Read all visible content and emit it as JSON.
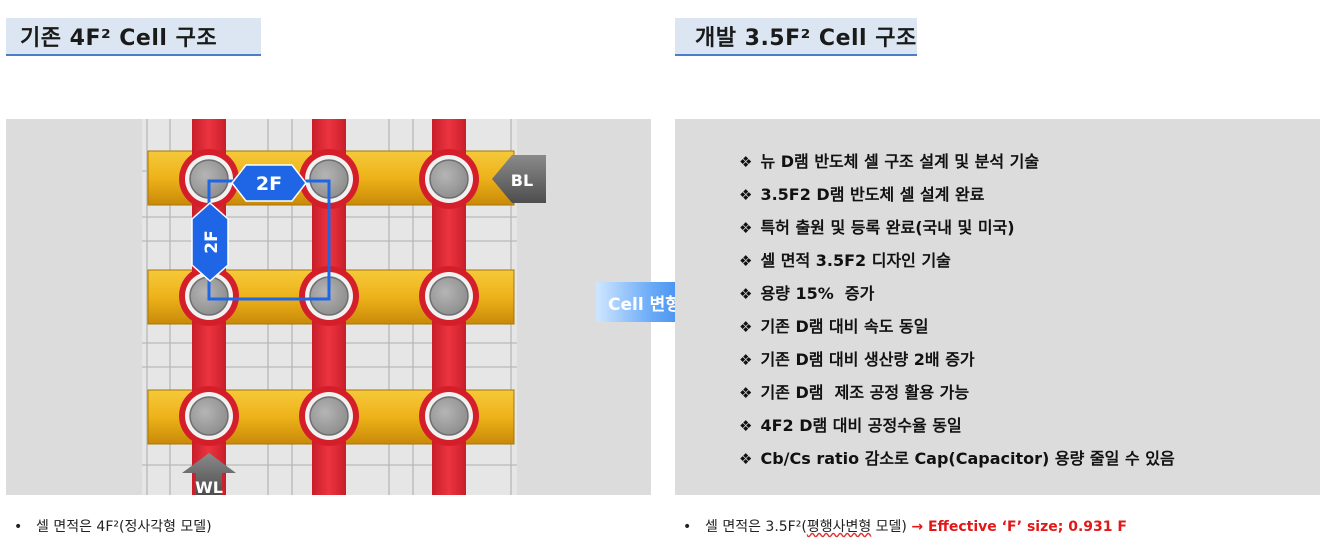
{
  "left": {
    "title": "기존 4F² Cell 구조",
    "labels": {
      "bl": "BL",
      "wl": "WL",
      "dim_horizontal": "2F",
      "dim_vertical": "2F"
    },
    "note_bullet": "•",
    "note": "셀 면적은 4F²(정사각형 모델)"
  },
  "right": {
    "title": "개발 3.5F² Cell 구조",
    "bullet_symbol": "❖",
    "features": [
      "뉴 D램 반도체 셀 구조 설계 및 분석 기술",
      "3.5F2 D램 반도체 셀 설계 완료",
      "특허 출원 및 등록 완료(국내 및 미국)",
      "셀 면적 3.5F2 디자인 기술",
      "용량 15%  증가",
      "기존 D램 대비 속도 동일",
      "기존 D램 대비 생산량 2배 증가",
      "기존 D램  제조 공정 활용 가능",
      "4F2 D램 대비 공정수율 동일",
      "Cb/Cs ratio 감소로 Cap(Capacitor) 용량 줄일 수 있음"
    ],
    "note_bullet": "•",
    "note_prefix": "셀 면적은 3.5F²(",
    "note_wavy": "평행사변형",
    "note_mid": " 모델) ",
    "note_highlight": "→ Effective ‘F’ size; 0.931 F"
  },
  "arrow": {
    "label": "Cell 변형"
  },
  "colors": {
    "wordline_red": "#e02a35",
    "bitline_orange": "#eeb21a",
    "dimension_blue": "#1e66e6",
    "note_red": "#e01818"
  }
}
